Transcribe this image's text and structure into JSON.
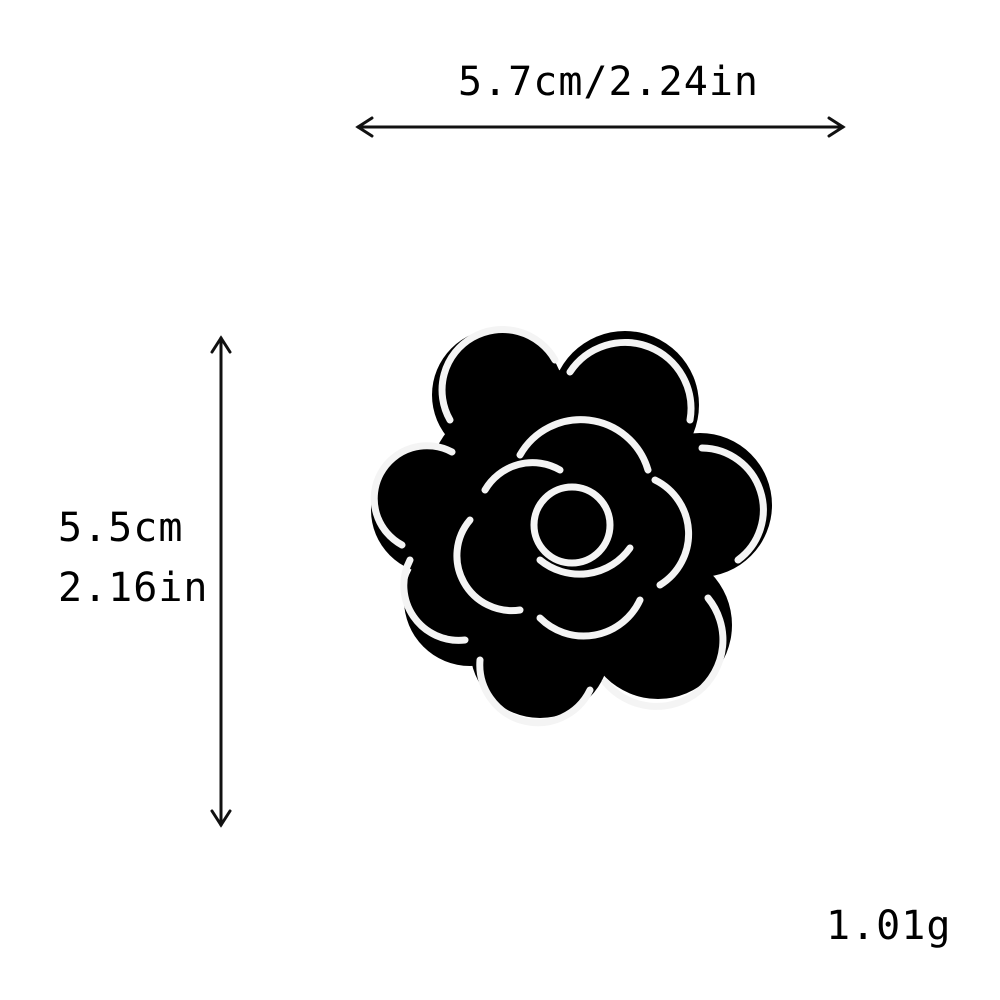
{
  "dimensions": {
    "width_label": "5.7cm/2.24in",
    "height_label_cm": "5.5cm",
    "height_label_in": "2.16in",
    "weight_label": "1.01g"
  },
  "colors": {
    "background": "#ffffff",
    "patch_fill": "#000000",
    "stitch": "#f4f4f4",
    "arrow": "#111111"
  },
  "product": {
    "icon": "camellia-flower-patch-icon"
  }
}
